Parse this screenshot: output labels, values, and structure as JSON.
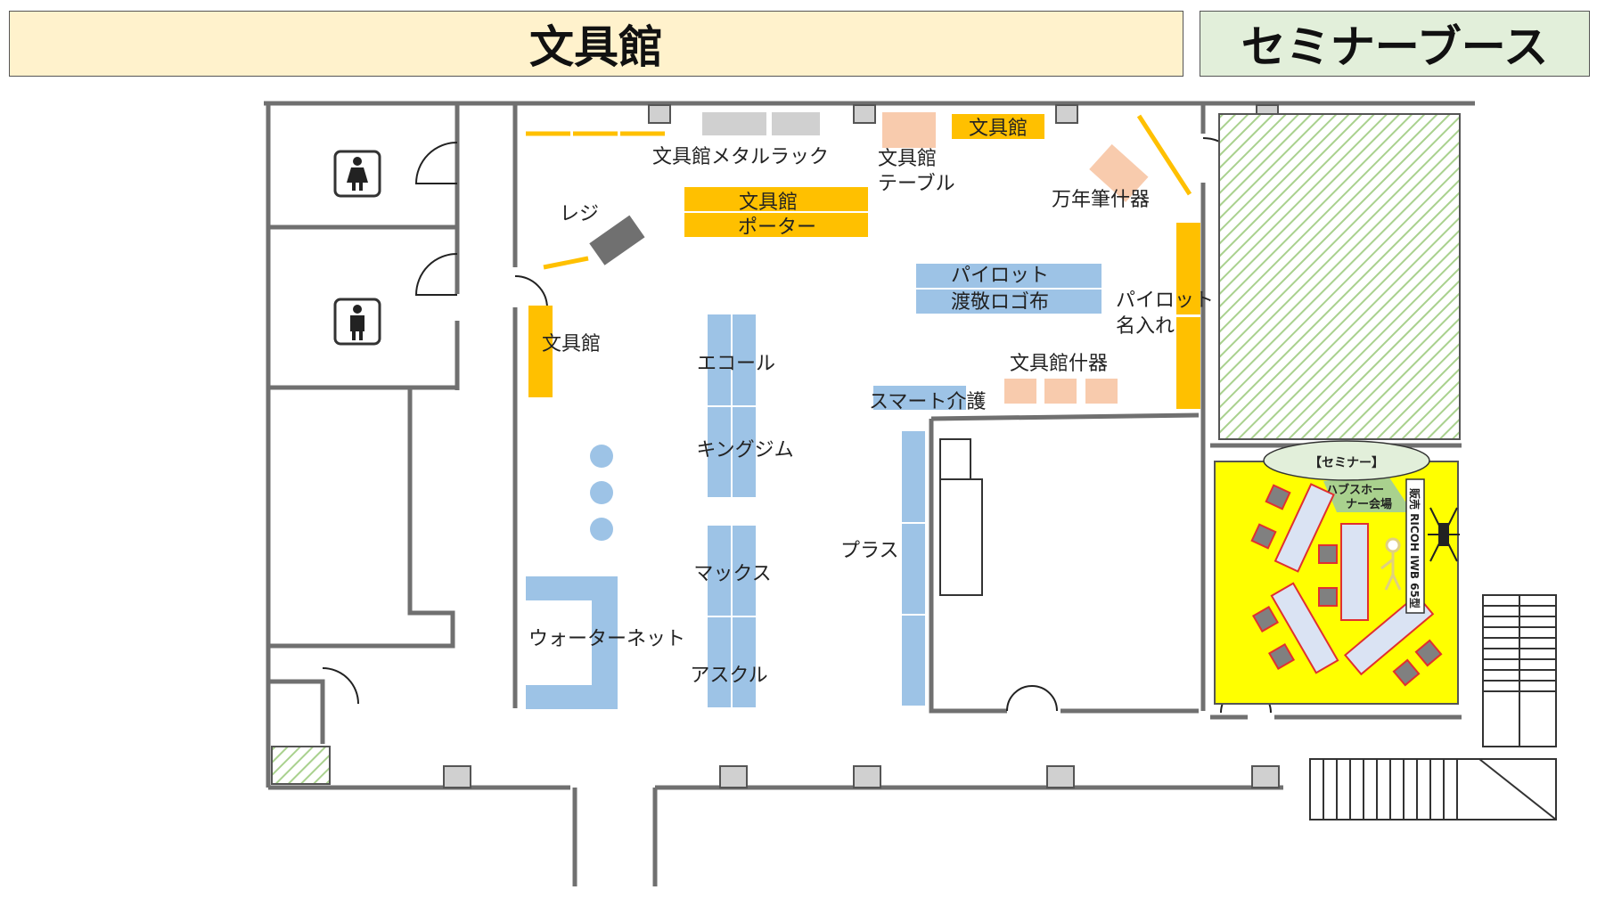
{
  "headers": {
    "left_title": "文具館",
    "right_title": "セミナーブース"
  },
  "colors": {
    "header_left_bg": "#fff2cc",
    "header_right_bg": "#e2efda",
    "orange": "#ffc000",
    "blue": "#9dc3e6",
    "peach": "#f8cbad",
    "gray": "#d0d0d0",
    "dark_gray": "#707070",
    "seminar_yellow": "#ffff00",
    "hatch_green": "#a9d18e",
    "wall": "#707070"
  },
  "labels": {
    "metal_rack": "文具館メタルラック",
    "table_line1": "文具館",
    "table_line2": "テーブル",
    "top_bunguukan": "文具館",
    "fountain_pen": "万年筆什器",
    "register": "レジ",
    "porter_line1": "文具館",
    "porter_line2": "ポーター",
    "pilot_line1": "パイロット",
    "pilot_line2": "渡敬ロゴ布",
    "pilot_name_line1": "パイロット",
    "pilot_name_line2": "名入れ",
    "left_bunguukan": "文具館",
    "ecole": "エコール",
    "fixture": "文具館什器",
    "smart": "スマート介護",
    "kingjim": "キングジム",
    "plus": "プラス",
    "max": "マックス",
    "waternet": "ウォーターネット",
    "askul": "アスクル",
    "seminar": "【セミナー】",
    "seminar_venue_line1": "ハブスホー",
    "seminar_venue_line2": "ナー会場",
    "iwb": "販売 RICOH IWB 65型"
  }
}
